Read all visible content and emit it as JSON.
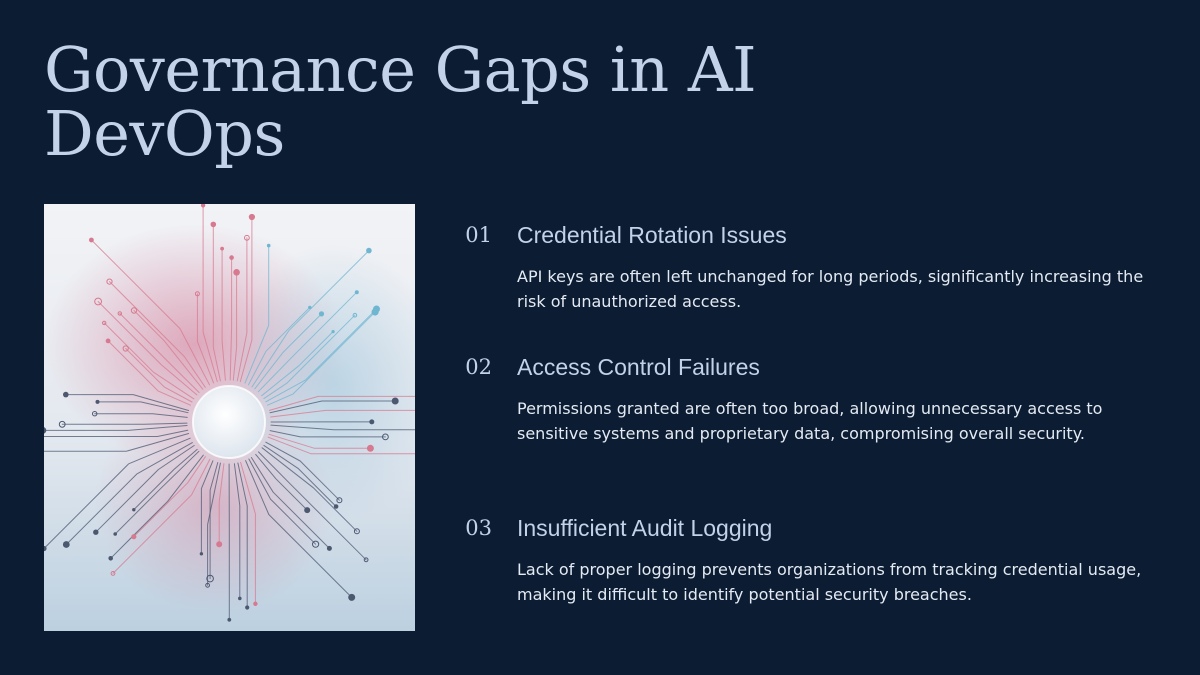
{
  "slide": {
    "title": "Governance Gaps in AI DevOps",
    "items": [
      {
        "number": "01",
        "title": "Credential Rotation Issues",
        "description": "API keys are often left unchanged for long periods, significantly increasing the risk of unauthorized access."
      },
      {
        "number": "02",
        "title": "Access Control Failures",
        "description": "Permissions granted are often too broad, allowing unnecessary access to sensitive systems and proprietary data, compromising overall security."
      },
      {
        "number": "03",
        "title": "Insufficient Audit Logging",
        "description": "Lack of proper logging prevents organizations from tracking credential usage, making it difficult to identify potential security breaches."
      }
    ]
  },
  "colors": {
    "background": "#0c1d33",
    "heading": "#c3d1e9",
    "body_text": "#e4eaf3",
    "accent_pink": "#d7798f",
    "accent_cyan": "#6fb6d0"
  },
  "illustration": {
    "icon": "circuit-network-icon"
  }
}
